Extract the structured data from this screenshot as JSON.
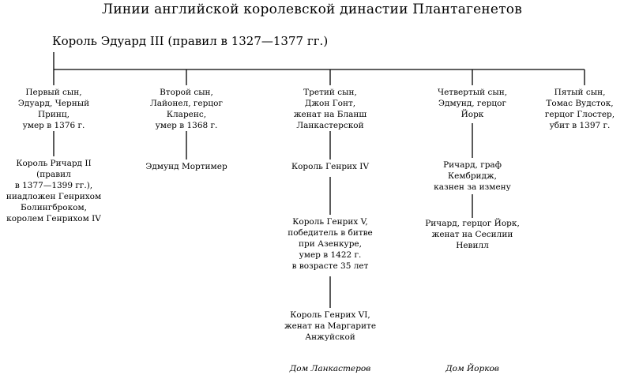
{
  "title": "Линии английской королевской династии Плантагенетов",
  "root": "Король Эдуард III (правил в 1327—1377 гг.)",
  "nodes": {
    "son1": "Первый сын,\nЭдуард, Черный\nПринц,\nумер в 1376 г.",
    "son2": "Второй сын,\nЛайонел, герцог\nКларенс,\nумер в 1368 г.",
    "son3": "Третий сын,\nДжон Гонт,\nженат на Бланш\nЛанкастерской",
    "son4": "Четвертый сын,\nЭдмунд, герцог\nЙорк",
    "son5": "Пятый сын,\nТомас Вудсток,\nгерцог Глостер,\nубит в 1397 г.",
    "richard2": "Король Ричард II\n(правил\nв 1377—1399 гг.),\nниадложен Генрихом\nБолингброком,\nкоролем Генрихом IV",
    "mortimer": "Эдмунд Мортимер",
    "henry4": "Король Генрих IV",
    "henry5": "Король Генрих V,\nпобедитель в битве\nпри Азенкуре,\nумер в 1422 г.\nв возрасте 35 лет",
    "henry6": "Король Генрих VI,\nженат на Маргарите\nАнжуйской",
    "cambridge": "Ричард, граф\nКембридж,\nказнен за измену",
    "york": "Ричард, герцог Йорк,\nженат на Сесилии\nНевилл"
  },
  "houses": {
    "lancaster": "Дом Ланкастеров",
    "york": "Дом Йорков"
  }
}
